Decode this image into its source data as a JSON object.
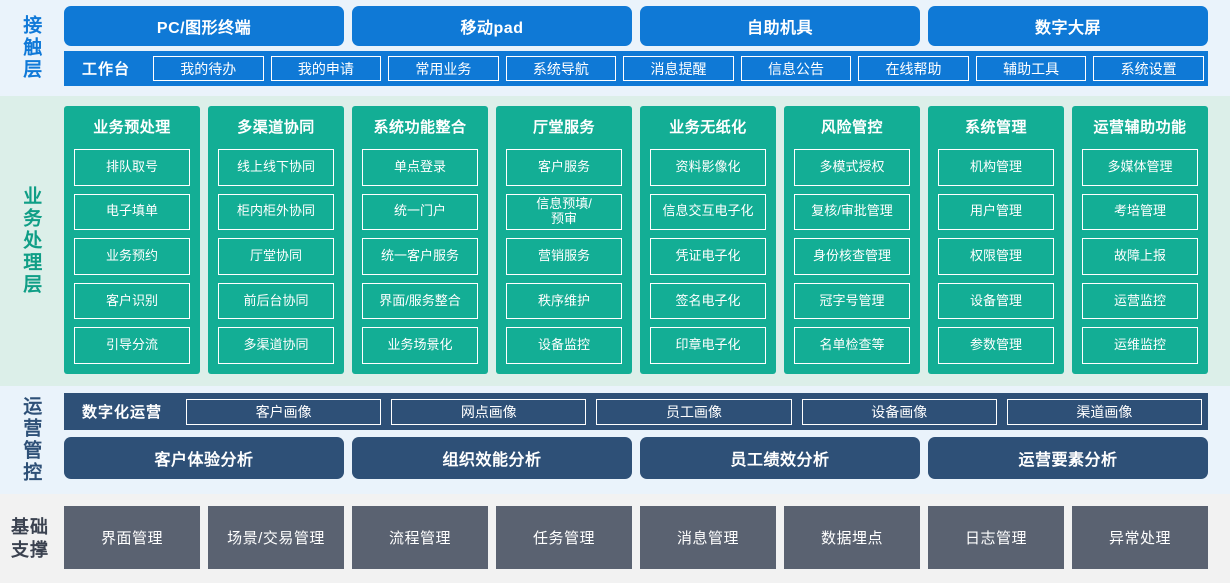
{
  "layers": {
    "touch": {
      "label": "接触层",
      "color": "#0f79d6",
      "channels": [
        "PC/图形终端",
        "移动pad",
        "自助机具",
        "数字大屏"
      ],
      "workbench_title": "工作台",
      "workbench_items": [
        "我的待办",
        "我的申请",
        "常用业务",
        "系统导航",
        "消息提醒",
        "信息公告",
        "在线帮助",
        "辅助工具",
        "系统设置"
      ]
    },
    "business": {
      "label": "业务处理层",
      "color": "#13ae95",
      "columns": [
        {
          "title": "业务预处理",
          "items": [
            "排队取号",
            "电子填单",
            "业务预约",
            "客户识别",
            "引导分流"
          ]
        },
        {
          "title": "多渠道协同",
          "items": [
            "线上线下协同",
            "柜内柜外协同",
            "厅堂协同",
            "前后台协同",
            "多渠道协同"
          ]
        },
        {
          "title": "系统功能整合",
          "items": [
            "单点登录",
            "统一门户",
            "统一客户服务",
            "界面/服务整合",
            "业务场景化"
          ]
        },
        {
          "title": "厅堂服务",
          "items": [
            "客户服务",
            "信息预填/\n预审",
            "营销服务",
            "秩序维护",
            "设备监控"
          ]
        },
        {
          "title": "业务无纸化",
          "items": [
            "资料影像化",
            "信息交互电子化",
            "凭证电子化",
            "签名电子化",
            "印章电子化"
          ]
        },
        {
          "title": "风险管控",
          "items": [
            "多模式授权",
            "复核/审批管理",
            "身份核查管理",
            "冠字号管理",
            "名单检查等"
          ]
        },
        {
          "title": "系统管理",
          "items": [
            "机构管理",
            "用户管理",
            "权限管理",
            "设备管理",
            "参数管理"
          ]
        },
        {
          "title": "运营辅助功能",
          "items": [
            "多媒体管理",
            "考培管理",
            "故障上报",
            "运营监控",
            "运维监控"
          ]
        }
      ]
    },
    "operations": {
      "label": "运营管控",
      "color": "#2e5077",
      "digital_title": "数字化运营",
      "portraits": [
        "客户画像",
        "网点画像",
        "员工画像",
        "设备画像",
        "渠道画像"
      ],
      "analyses": [
        "客户体验分析",
        "组织效能分析",
        "员工绩效分析",
        "运营要素分析"
      ]
    },
    "base": {
      "label": "基础支撑",
      "label_line1": "基础",
      "label_line2": "支撑",
      "color": "#5a6271",
      "items": [
        "界面管理",
        "场景/交易管理",
        "流程管理",
        "任务管理",
        "消息管理",
        "数据埋点",
        "日志管理",
        "异常处理"
      ]
    }
  }
}
